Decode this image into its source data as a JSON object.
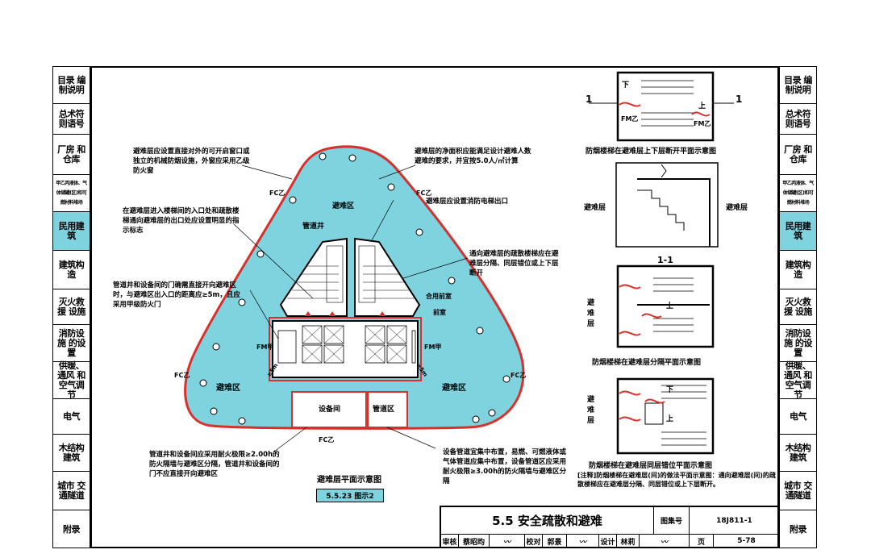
{
  "left_tabs": [
    {
      "label": "目录 编制说明"
    },
    {
      "label": "总术符 则语号"
    },
    {
      "label": "厂房 和仓库"
    },
    {
      "label": "甲乙丙液体、气体储罐(区)和可燃材料堆场"
    },
    {
      "label": "民用建筑",
      "active": true
    },
    {
      "label": "建筑构造"
    },
    {
      "label": "灭火救援 设施"
    },
    {
      "label": "消防设施 的设置"
    },
    {
      "label": "供暖、通风 和空气调节"
    },
    {
      "label": "电气"
    },
    {
      "label": "木结构 建筑"
    },
    {
      "label": "城市 交通隧道"
    },
    {
      "label": "附录"
    }
  ],
  "right_tabs": [
    {
      "label": "目录 编制说明"
    },
    {
      "label": "总术符 则语号"
    },
    {
      "label": "厂房 和仓库"
    },
    {
      "label": "甲乙丙液体、气体储罐(区)和可燃材料堆场"
    },
    {
      "label": "民用建筑",
      "active": true
    },
    {
      "label": "建筑构造"
    },
    {
      "label": "灭火救援 设施"
    },
    {
      "label": "消防设施 的设置"
    },
    {
      "label": "供暖、通风 和空气调节"
    },
    {
      "label": "电气"
    },
    {
      "label": "木结构 建筑"
    },
    {
      "label": "城市 交通隧道"
    },
    {
      "label": "附录"
    }
  ],
  "notes": {
    "n1": "避难层应设置直接对外的可开启窗口或独立的机械防烟设施，外窗应采用乙级防火窗",
    "n2": "避难层的净面积应能满足设计避难人数避难的要求，并宜按5.0人/㎡计算",
    "n3": "避难层应设置消防电梯出口",
    "n4": "在避难层进入楼梯间的入口处和疏散楼梯通向避难层的出口处应设置明显的指示标志",
    "n5": "通向避难层的疏散楼梯应在避难层分隔、同层错位或上下层断开",
    "n6": "管道井和设备间的门确需直接开向避难区时，与避难区出入口的距离应≥5m，且应采用甲级防火门",
    "n7": "管道井和设备间应采用耐火极限≥2.00h的防火隔墙与避难区分隔，管道井和设备间的门不应直接开向避难区",
    "n8": "设备管道宜集中布置，易燃、可燃液体或气体管道应集中布置，设备管道区应采用耐火极限≥3.00h的防火隔墙与避难区分隔"
  },
  "plan_labels": {
    "refuge_top": "避难区",
    "refuge_left": "避难区",
    "refuge_right": "避难区",
    "shaft": "管道井",
    "equipment": "设备间",
    "pipe_area": "管道区",
    "shared_vestibule": "合用前室",
    "vestibule": "前室",
    "fc": "FC乙",
    "fm_jia": "FM甲",
    "dist": "≥5m"
  },
  "captions": {
    "plan": "避难层平面示意图",
    "fig_tag": "5.5.23 图示2",
    "detail1": "防烟楼梯在避难层上下层断开平面示意图",
    "section": "1-1",
    "detail2": "防烟楼梯在避难层分隔平面示意图",
    "detail3": "防烟楼梯在避难层同层错位平面示意图",
    "refuge_layer": "避难层",
    "refuge_layer_v": "避难层",
    "down": "下",
    "up": "上",
    "fm_yi": "FM乙",
    "section_mark": "1",
    "footnote": "[注释]防烟楼梯在避难层(间)的做法平面示意图：通向避难层(间)的疏散楼梯应在避难层分隔、同层错位或上下层断开。"
  },
  "title_block": {
    "title": "5.5 安全疏散和避难",
    "atlas_label": "图集号",
    "atlas_no": "18J811-1",
    "review": "审核",
    "reviewer": "蔡昭昀",
    "check": "校对",
    "checker": "郭景",
    "design": "设计",
    "designer": "林莉",
    "page_label": "页",
    "page_no": "5-78"
  },
  "colors": {
    "cyan": "#7fd3df",
    "red": "#d9302c"
  }
}
